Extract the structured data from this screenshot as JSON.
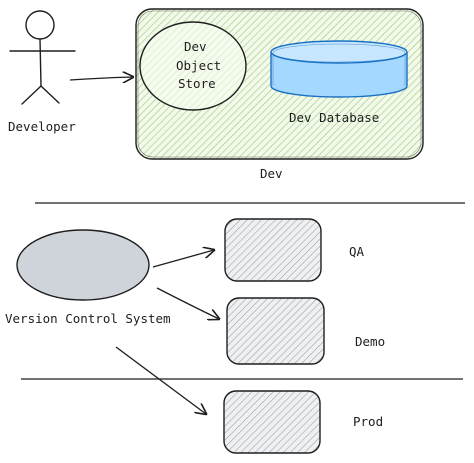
{
  "diagram": {
    "actor": {
      "label": "Developer"
    },
    "dev_environment": {
      "label": "Dev",
      "fill": "#b2d88a",
      "object_store": {
        "lines": [
          "Dev",
          "Object",
          "Store"
        ]
      },
      "database": {
        "label": "Dev Database",
        "fill": "#a5d8ff",
        "stroke": "#1971c2"
      }
    },
    "version_control": {
      "label": "Version Control System",
      "fill": "#ced4da"
    },
    "environments": [
      {
        "label": "QA"
      },
      {
        "label": "Demo"
      },
      {
        "label": "Prod"
      }
    ],
    "colors": {
      "stroke": "#1e1e1e",
      "box_fill": "#e9ecef",
      "hatch": "#868e96"
    }
  }
}
